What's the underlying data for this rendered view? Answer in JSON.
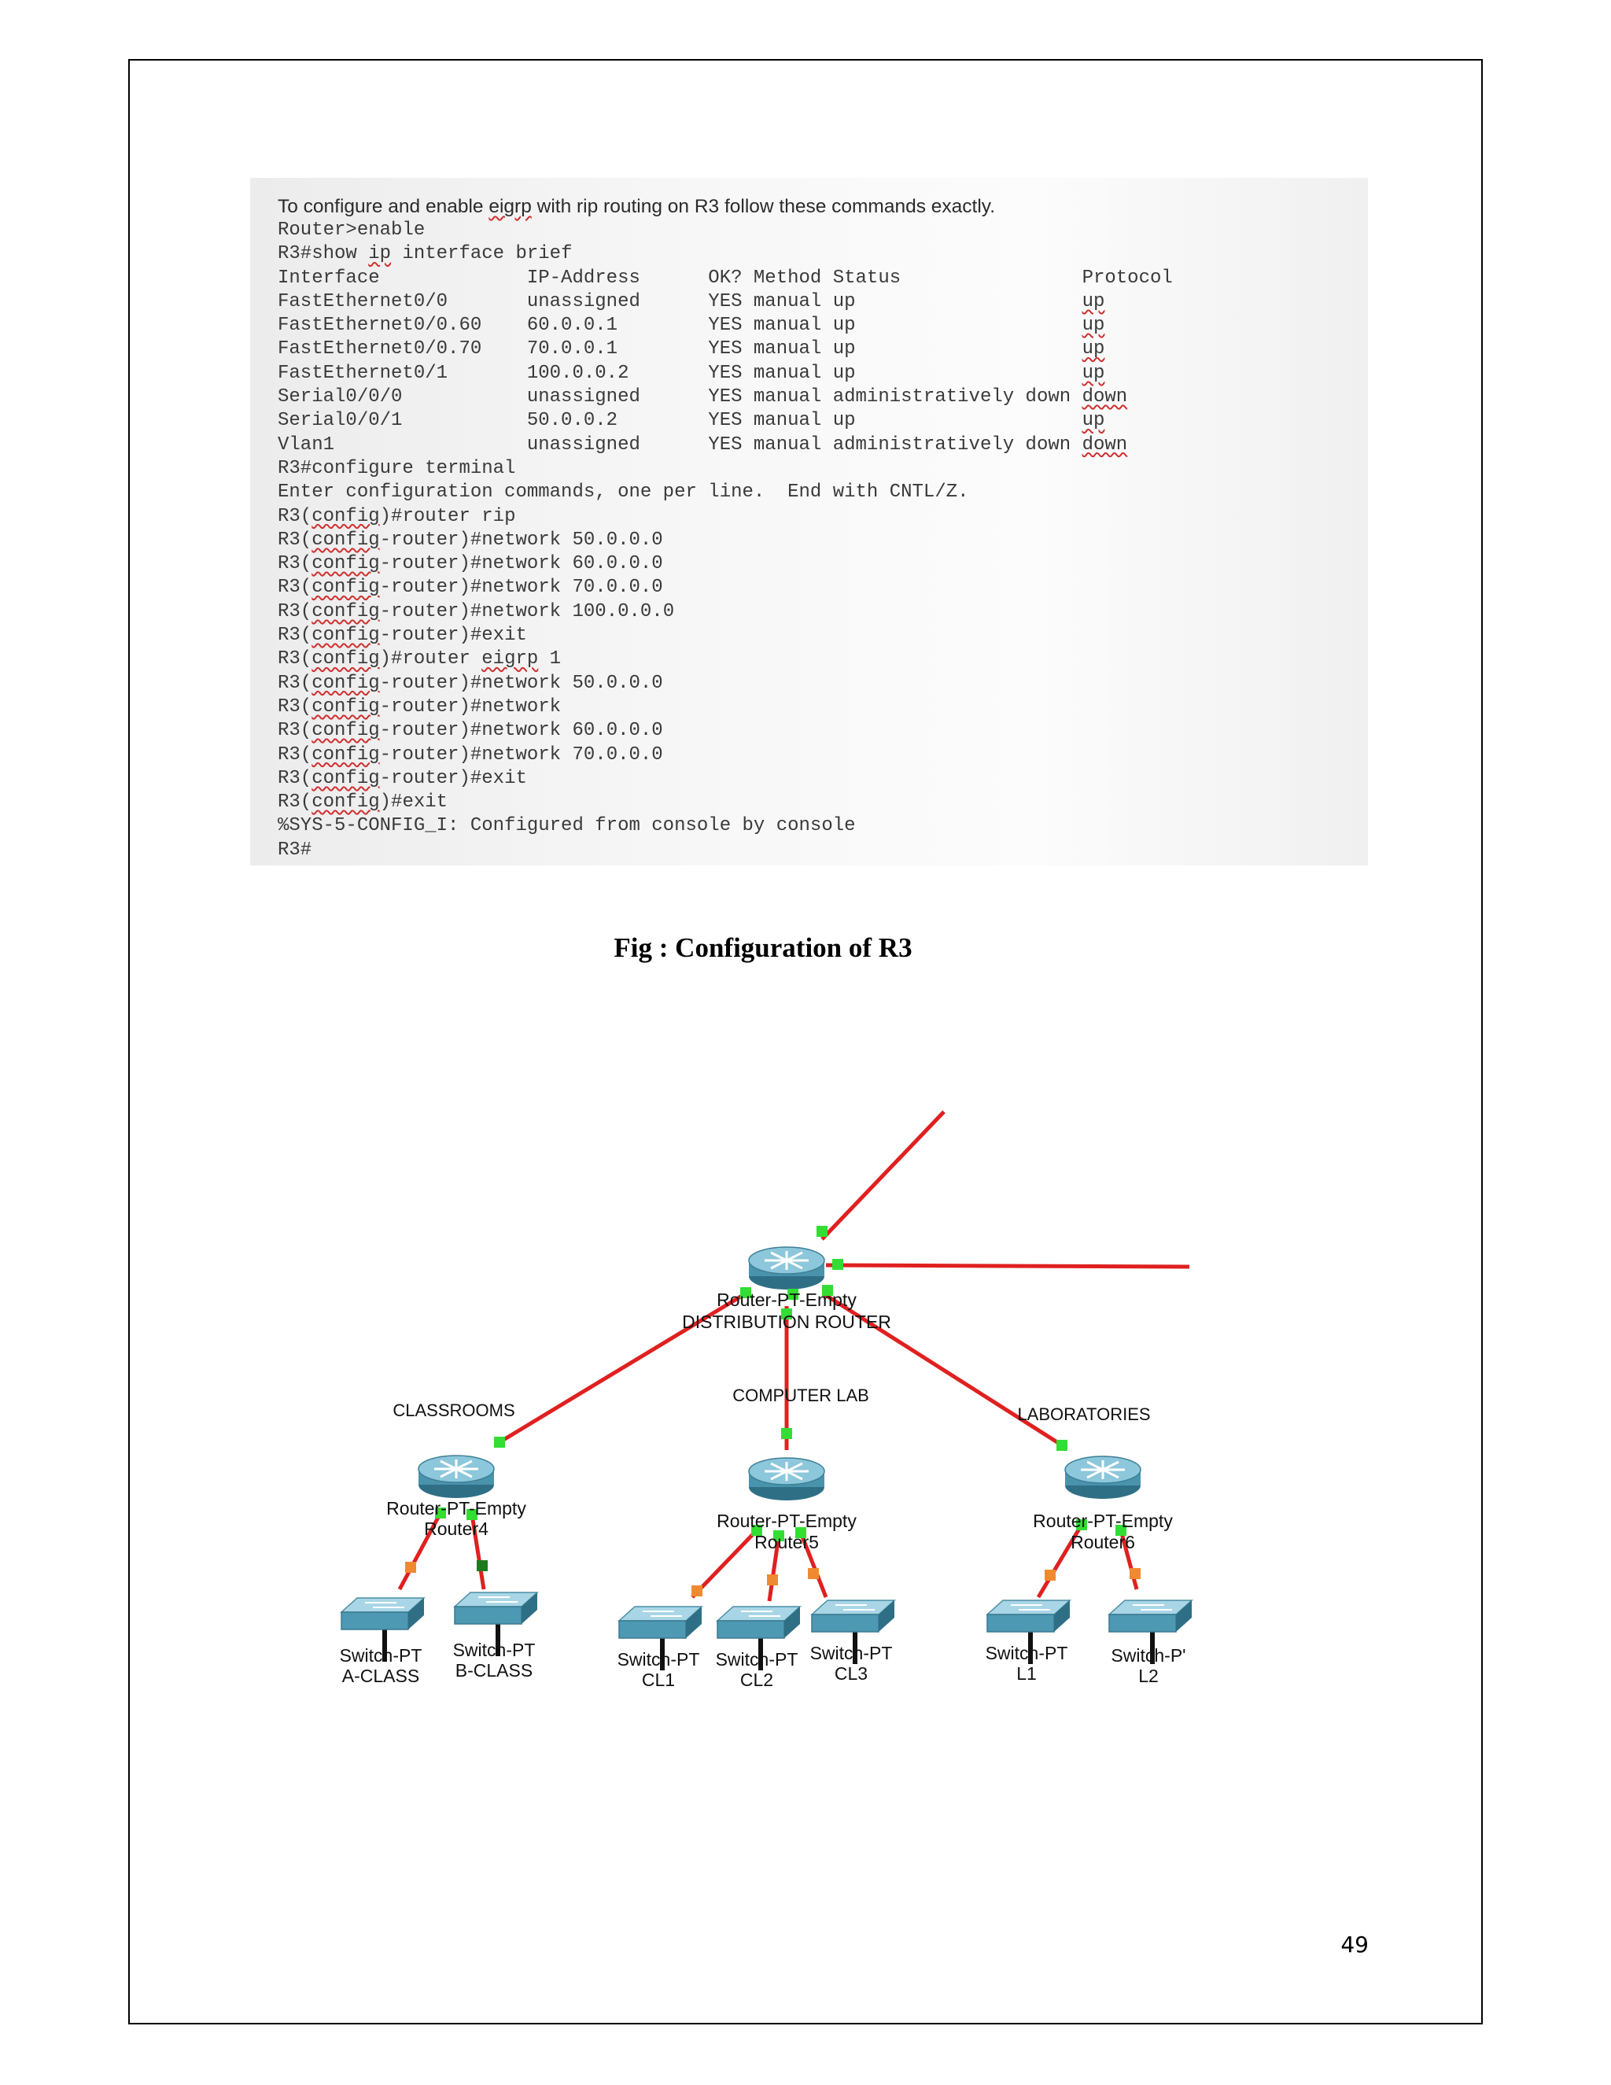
{
  "console": {
    "intro": "To configure and enable eigrp with rip routing on R3 follow these commands exactly.",
    "lines": [
      "Router>enable",
      "R3#show ip interface brief",
      "Interface             IP-Address      OK? Method Status                Protocol",
      "FastEthernet0/0       unassigned      YES manual up                    up",
      "FastEthernet0/0.60    60.0.0.1        YES manual up                    up",
      "FastEthernet0/0.70    70.0.0.1        YES manual up                    up",
      "FastEthernet0/1       100.0.0.2       YES manual up                    up",
      "Serial0/0/0           unassigned      YES manual administratively down down",
      "Serial0/0/1           50.0.0.2        YES manual up                    up",
      "Vlan1                 unassigned      YES manual administratively down down",
      "R3#configure terminal",
      "Enter configuration commands, one per line.  End with CNTL/Z.",
      "R3(config)#router rip",
      "R3(config-router)#network 50.0.0.0",
      "R3(config-router)#network 60.0.0.0",
      "R3(config-router)#network 70.0.0.0",
      "R3(config-router)#network 100.0.0.0",
      "R3(config-router)#exit",
      "R3(config)#router eigrp 1",
      "R3(config-router)#network 50.0.0.0",
      "R3(config-router)#network",
      "R3(config-router)#network 60.0.0.0",
      "R3(config-router)#network 70.0.0.0",
      "R3(config-router)#exit",
      "R3(config)#exit",
      "%SYS-5-CONFIG_I: Configured from console by console",
      "R3#"
    ]
  },
  "figure_caption": "Fig : Configuration of R3",
  "topology": {
    "distribution": {
      "model": "Router-PT-Empty",
      "name": "DISTRIBUTION ROUTER"
    },
    "groups": [
      {
        "label": "CLASSROOMS",
        "router_model": "Router-PT-Empty",
        "router_name": "Router4",
        "switches": [
          {
            "model": "Switch-PT",
            "name": "A-CLASS"
          },
          {
            "model": "Switch-PT",
            "name": "B-CLASS"
          }
        ]
      },
      {
        "label": "COMPUTER LAB",
        "router_model": "Router-PT-Empty",
        "router_name": "Router5",
        "switches": [
          {
            "model": "Switch-PT",
            "name": "CL1"
          },
          {
            "model": "Switch-PT",
            "name": "CL2"
          },
          {
            "model": "Switch-PT",
            "name": "CL3"
          }
        ]
      },
      {
        "label": "LABORATORIES",
        "router_model": "Router-PT-Empty",
        "router_name": "Router6",
        "switches": [
          {
            "model": "Switch-PT",
            "name": "L1"
          },
          {
            "model": "Switch-P'",
            "name": "L2"
          }
        ]
      }
    ],
    "colors": {
      "link": "#e02020",
      "port_up": "#33dd33",
      "port_pending": "#f08a30",
      "device": "#5aa8c4"
    }
  },
  "page_number": "49"
}
